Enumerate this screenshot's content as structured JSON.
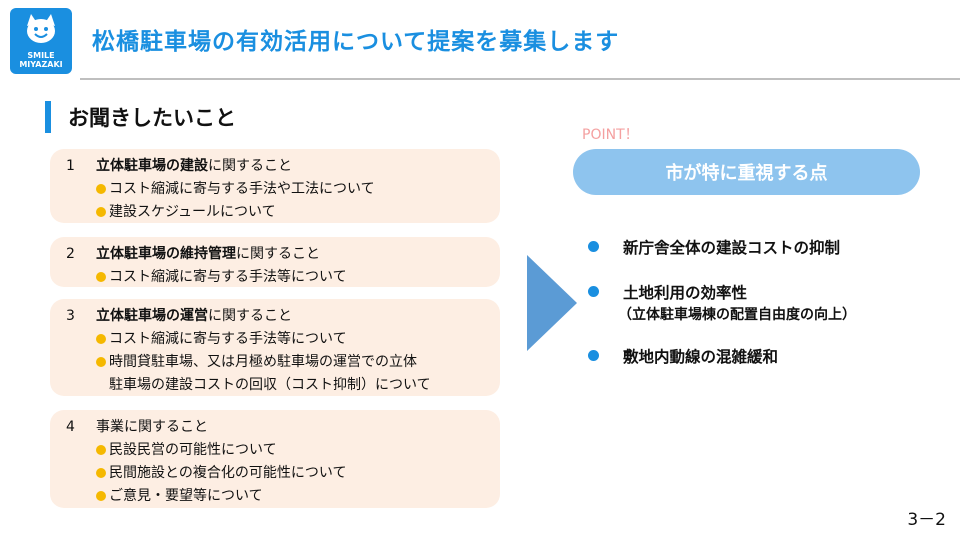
{
  "logo": {
    "line1": "SMILE",
    "line2": "MIYAZAKI"
  },
  "page_title": "松橋駐車場の有効活用について提案を募集します",
  "section_heading": "お聞きしたいこと",
  "boxes": [
    {
      "number": "1",
      "head_bold": "立体駐車場の建設",
      "head_rest": "に関すること",
      "items": [
        [
          "コスト縮減に寄与する手法や工法について"
        ],
        [
          "建設スケジュールについて"
        ]
      ]
    },
    {
      "number": "2",
      "head_bold": "立体駐車場の維持管理",
      "head_rest": "に関すること",
      "items": [
        [
          "コスト縮減に寄与する手法等について"
        ]
      ]
    },
    {
      "number": "3",
      "head_bold": "立体駐車場の運営",
      "head_rest": "に関すること",
      "items": [
        [
          "コスト縮減に寄与する手法等について"
        ],
        [
          "時間貸駐車場、又は月極め駐車場の運営での立体",
          "駐車場の建設コストの回収（コスト抑制）について"
        ]
      ]
    },
    {
      "number": "4",
      "head_bold": "",
      "head_rest": "事業に関すること",
      "items": [
        [
          "民設民営の可能性について"
        ],
        [
          "民間施設との複合化の可能性について"
        ],
        [
          "ご意見・要望等について"
        ]
      ]
    }
  ],
  "point_label": "POINT！",
  "priority_pill": "市が特に重視する点",
  "priorities": [
    {
      "text": "新庁舎全体の建設コストの抑制",
      "sub": ""
    },
    {
      "text": "土地利用の効率性",
      "sub": "（立体駐車場棟の配置自由度の向上）"
    },
    {
      "text": "敷地内動線の混雑緩和",
      "sub": ""
    }
  ],
  "page_number": "3－2",
  "colors": {
    "accent": "#1a8fe0",
    "box_bg": "#fdeee3",
    "bullet_yellow": "#f5b800",
    "pill_bg": "#8ec4ee",
    "point_pink": "#f4a0a0",
    "arrow": "#5b9bd5"
  }
}
